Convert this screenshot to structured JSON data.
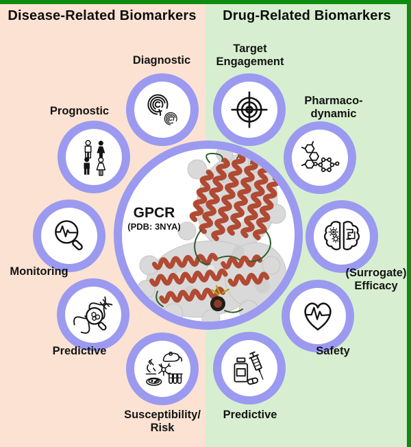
{
  "title_bar": {
    "left": "Disease-Related Biomarkers",
    "right": "Drug-Related Biomarkers"
  },
  "center": {
    "name": "GPCR",
    "pdb": "(PDB: 3NYA)"
  },
  "colors": {
    "disease_bg": "#fbe2d2",
    "drug_bg": "#d7efd0",
    "frame_green": "#0d8c0d",
    "ring_periwinkle": "#9b9af0",
    "helix_red": "#b14a33",
    "surface_gray": "#d9d9d9",
    "loop_green": "#2f5c2f",
    "icon_ink": "#141414"
  },
  "nodes": [
    {
      "id": "diagnostic",
      "side": "disease",
      "icon": "fingerprint-icon",
      "lines": [
        "Diagnostic"
      ]
    },
    {
      "id": "prognostic",
      "side": "disease",
      "icon": "family-people-icon",
      "lines": [
        "Prognostic"
      ]
    },
    {
      "id": "monitoring",
      "side": "disease",
      "icon": "magnifier-pulse-icon",
      "lines": [
        "Monitoring"
      ]
    },
    {
      "id": "predictive-disease",
      "side": "disease",
      "icon": "dna-magnifier-icon",
      "lines": [
        "Predictive"
      ]
    },
    {
      "id": "susceptibility-risk",
      "side": "disease",
      "icon": "preclinical-lab-icon",
      "lines": [
        "Susceptibility/",
        "Risk"
      ]
    },
    {
      "id": "target-engagement",
      "side": "drug",
      "icon": "target-icon",
      "lines": [
        "Target",
        "Engagement"
      ]
    },
    {
      "id": "pharmacodynamic",
      "side": "drug",
      "icon": "chemical-structures-icon",
      "lines": [
        "Pharmaco-",
        "dynamic"
      ]
    },
    {
      "id": "surrogate-efficacy",
      "side": "drug",
      "icon": "brain-gears-icon",
      "lines": [
        "(Surrogate)",
        "Efficacy"
      ]
    },
    {
      "id": "safety",
      "side": "drug",
      "icon": "heart-pulse-icon",
      "lines": [
        "Safety"
      ]
    },
    {
      "id": "predictive-drug",
      "side": "drug",
      "icon": "medication-syringe-icon",
      "lines": [
        "Predictive"
      ]
    }
  ]
}
